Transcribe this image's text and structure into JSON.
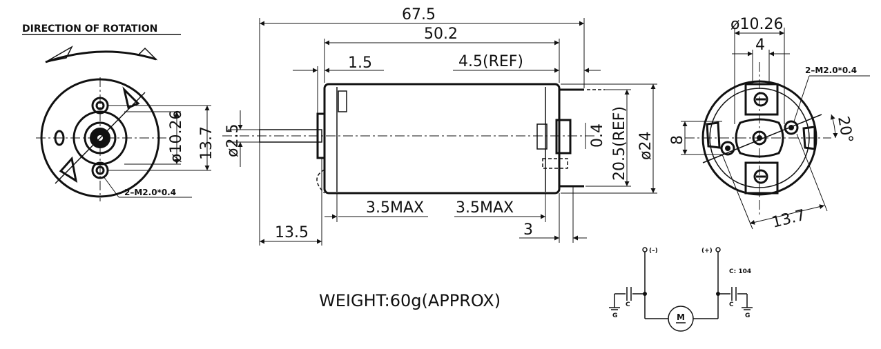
{
  "rotation": {
    "title": "DIRECTION OF ROTATION"
  },
  "front_view": {
    "diameter_label": "ø10.26",
    "height_label": "13.7",
    "screw_label": "2–M2.0*0.4"
  },
  "side_view": {
    "overall_length": "67.5",
    "body_length": "50.2",
    "flange_thickness": "1.5",
    "terminal_ref": "4.5(REF)",
    "shaft_diameter": "ø2.5",
    "gap": "0.4",
    "terminal_spacing": "20.5(REF)",
    "body_diameter": "ø24",
    "max_left": "3.5MAX",
    "max_right": "3.5MAX",
    "end_offset": "3",
    "shaft_length": "13.5"
  },
  "rear_view": {
    "boss_diameter": "ø10.26",
    "width_label": "4",
    "screw_label": "2–M2.0*0.4",
    "height_label": "8",
    "angle_label": "20°",
    "pitch_label": "13.7"
  },
  "weight": {
    "label": "WEIGHT:60g(APPROX)"
  },
  "circuit": {
    "neg_label": "(–)",
    "pos_label": "(+)",
    "cap_value": "C: 104",
    "cap_left": "C",
    "cap_right": "C",
    "ground_left": "G",
    "ground_right": "G",
    "motor_label": "M"
  }
}
